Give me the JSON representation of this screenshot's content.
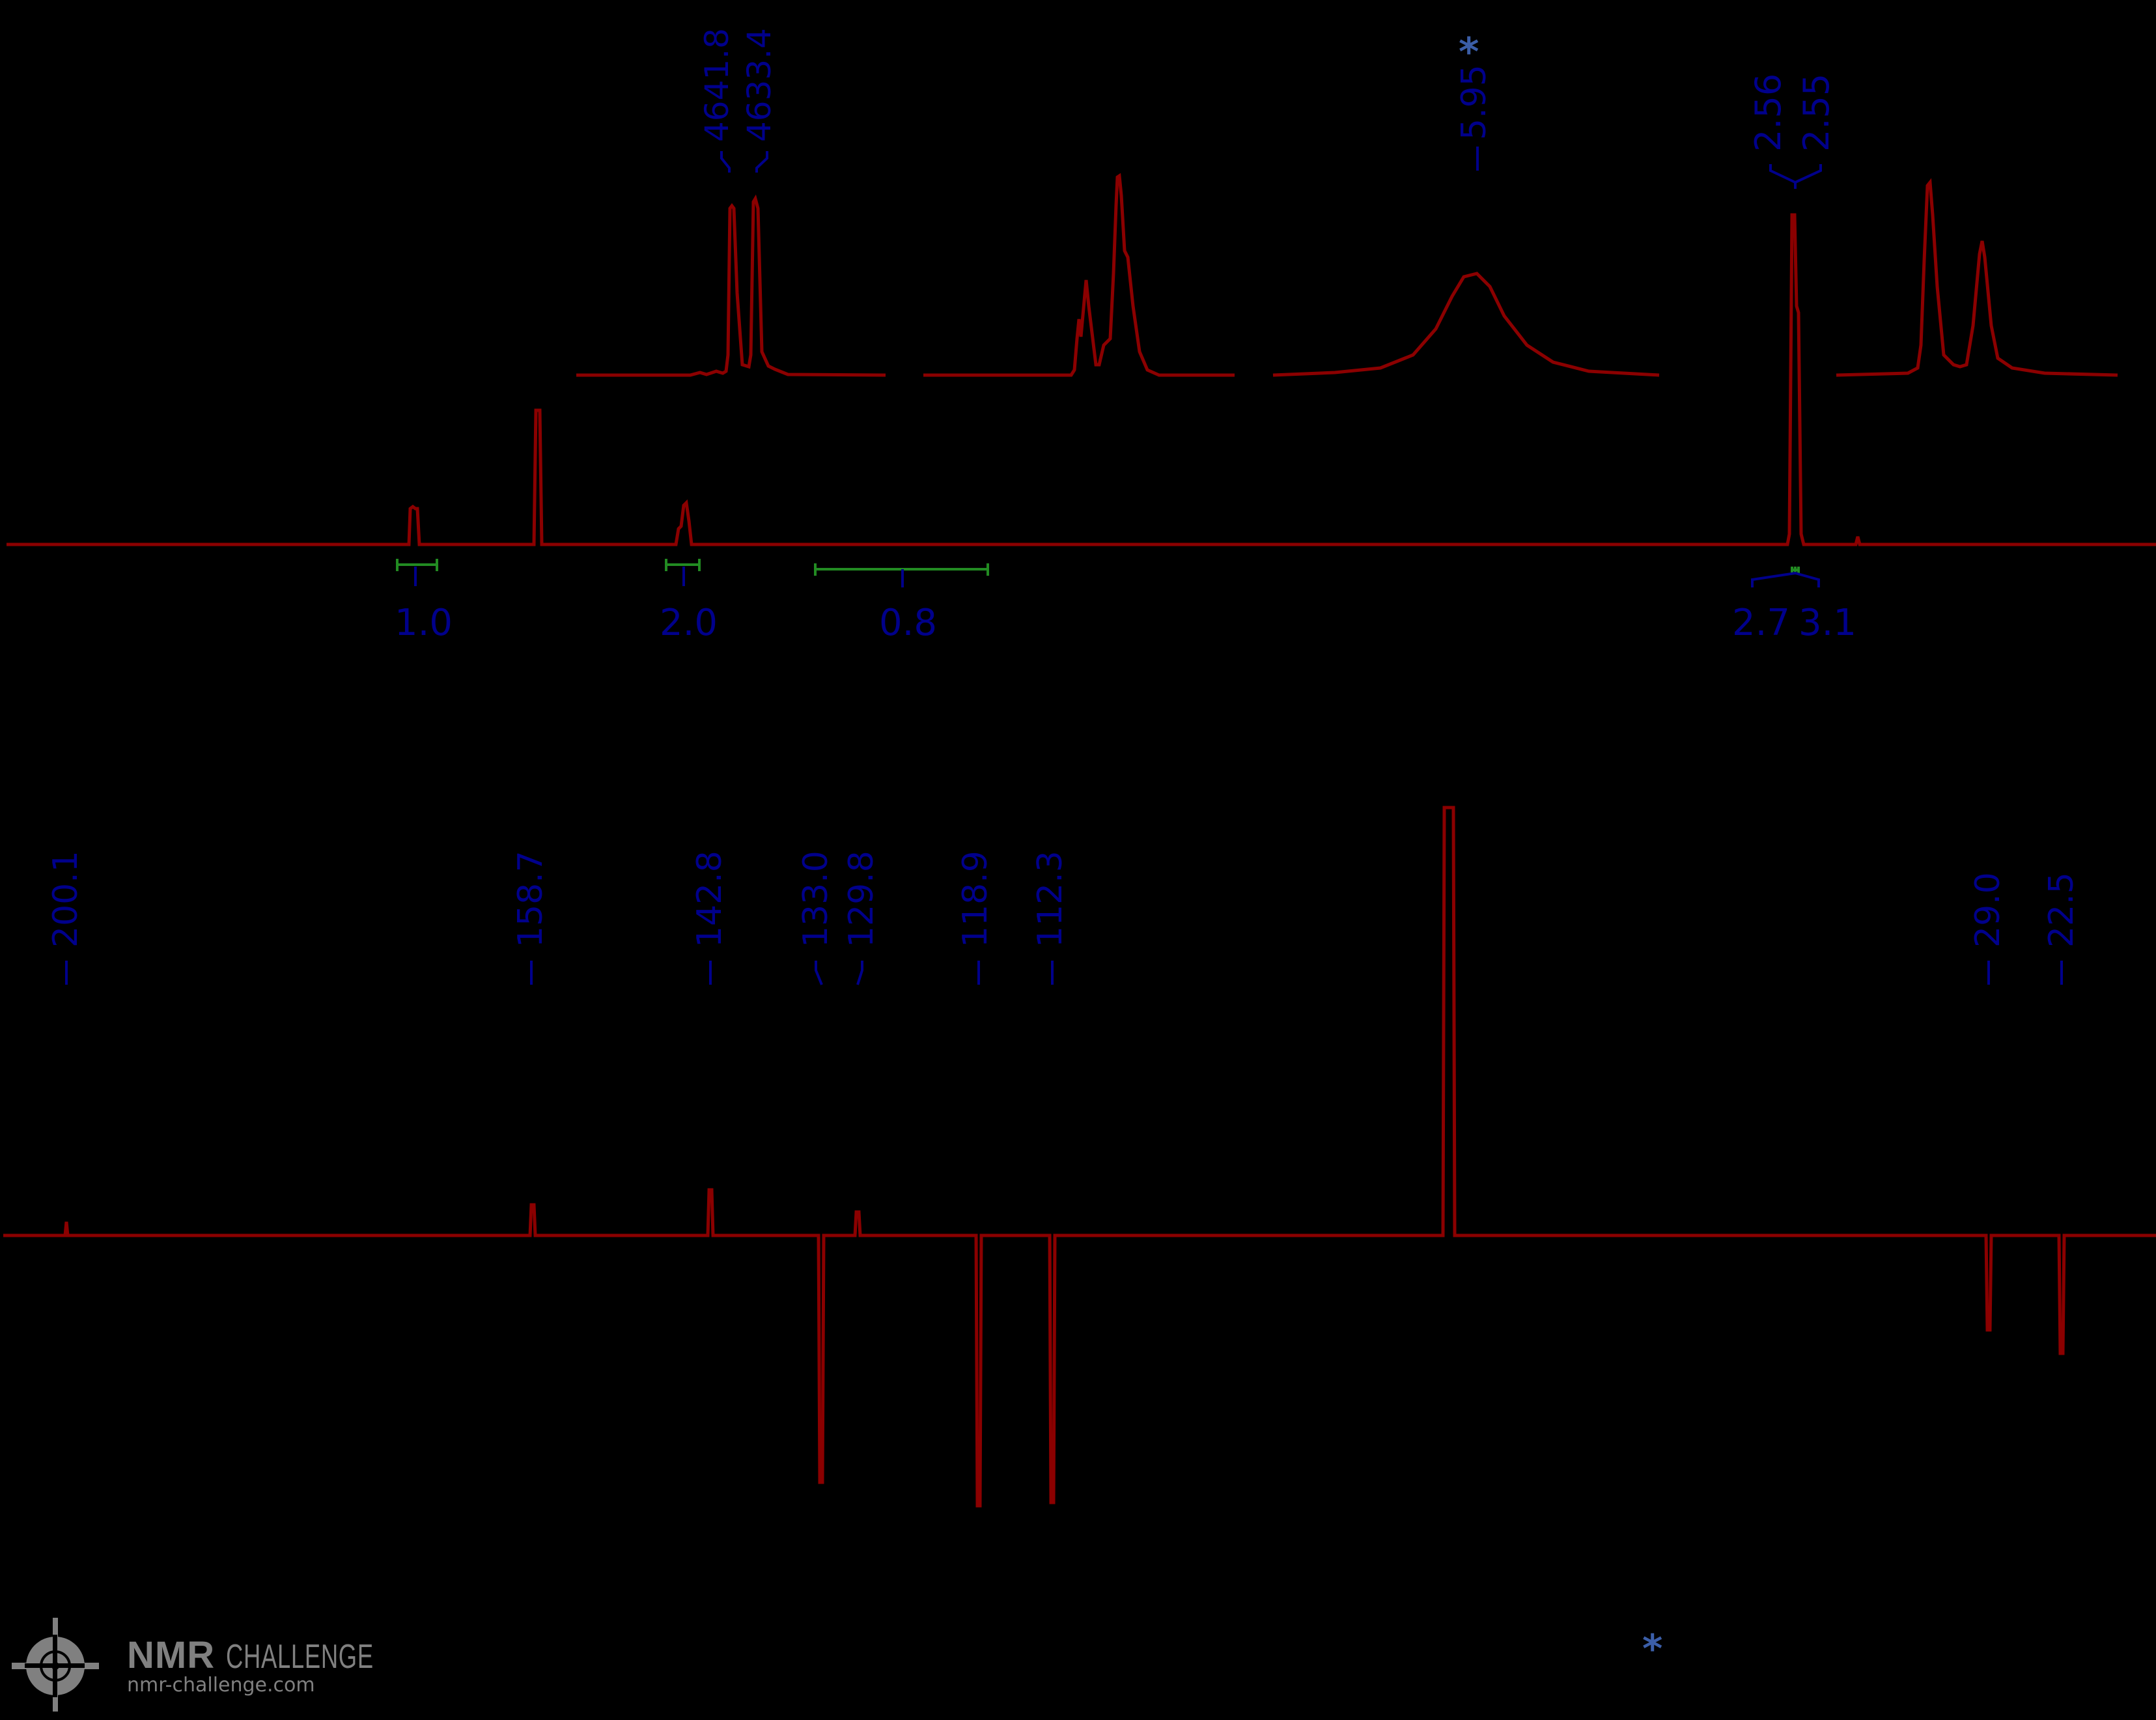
{
  "colors": {
    "background": "#000000",
    "spectrum": "#8B0000",
    "peak_label": "#00008B",
    "integral_bar": "#228B22",
    "solvent_star": "#3B5EA8",
    "logo": "#808080"
  },
  "chart_data": [
    {
      "type": "line",
      "title": "1H NMR spectrum",
      "xlabel": "",
      "ylabel": "",
      "grid": false,
      "axis_visible": false,
      "peak_labels_ppm": [
        "2.56",
        "2.55"
      ],
      "peak_labels_hz": [
        "4641.8",
        "4633.4"
      ],
      "solvent_peak_label": "5.95",
      "solvent_marker": "*",
      "integrals": [
        {
          "value": "1.0"
        },
        {
          "value": "2.0"
        },
        {
          "value": "0.8"
        },
        {
          "value": "2.7"
        },
        {
          "value": "3.1"
        }
      ],
      "insets": [
        {
          "name": "doublet",
          "labels": [
            "4641.8",
            "4633.4"
          ]
        },
        {
          "name": "multiplet"
        },
        {
          "name": "broad-singlet",
          "labels": [
            "5.95"
          ]
        },
        {
          "name": "doublet-methyl"
        }
      ]
    },
    {
      "type": "line",
      "title": "13C DEPT-Q NMR spectrum",
      "xlabel": "",
      "ylabel": "",
      "grid": false,
      "axis_visible": false,
      "peaks_ppm": [
        200.1,
        158.7,
        142.8,
        133.0,
        129.8,
        118.9,
        112.3,
        29.0,
        22.5
      ],
      "peak_labels": [
        "200.1",
        "158.7",
        "142.8",
        "133.0",
        "129.8",
        "118.9",
        "112.3",
        "29.0",
        "22.5"
      ],
      "peak_phase": [
        "up",
        "up",
        "up",
        "down",
        "up",
        "down",
        "down",
        "down",
        "down"
      ],
      "solvent_marker": "*"
    }
  ],
  "logo": {
    "brand": "NMR",
    "brand_suffix": "CHALLENGE",
    "url": "nmr-challenge.com"
  }
}
